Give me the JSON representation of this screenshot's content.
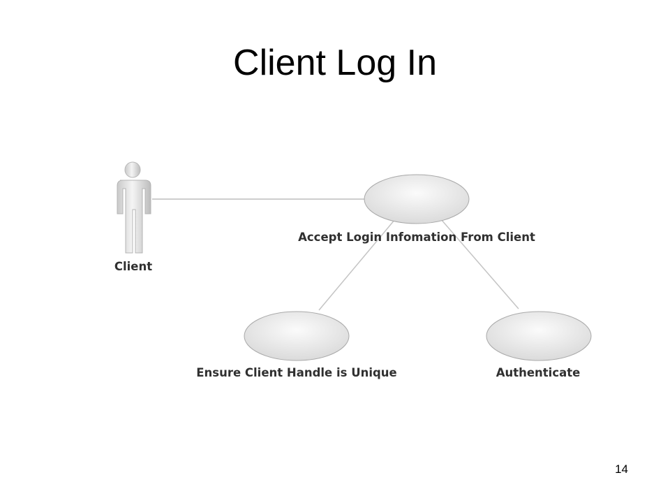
{
  "slide": {
    "title": "Client Log In",
    "page_number": "14"
  },
  "diagram": {
    "actor": {
      "label": "Client",
      "icon": "actor-stick-figure-icon"
    },
    "use_cases": {
      "accept_login": "Accept Login Infomation From Client",
      "ensure_unique": "Ensure Client Handle is Unique",
      "authenticate": "Authenticate"
    },
    "colors": {
      "line": "#bdbdbd",
      "ellipse_fill": "#e2e2e2",
      "ellipse_highlight": "#fbfbfb",
      "ellipse_stroke": "#a9a9a9",
      "label": "#303030"
    }
  }
}
